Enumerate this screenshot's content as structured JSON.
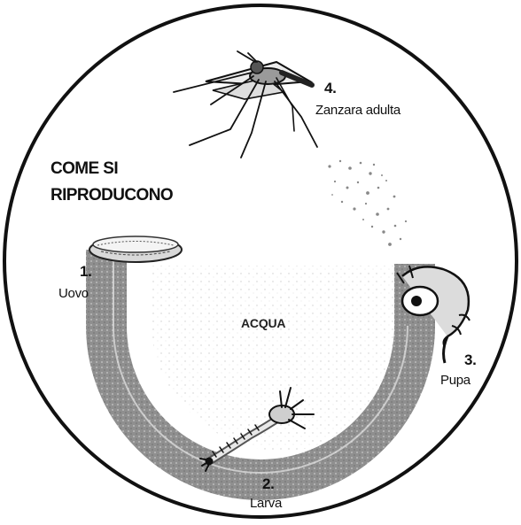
{
  "title": {
    "line1": "COME SI",
    "line2": "RIPRODUCONO"
  },
  "water_label": "ACQUA",
  "stages": [
    {
      "number": "1.",
      "name": "Uovo"
    },
    {
      "number": "2.",
      "name": "Larva"
    },
    {
      "number": "3.",
      "name": "Pupa"
    },
    {
      "number": "4.",
      "name": "Zanzara adulta"
    }
  ],
  "colors": {
    "ink": "#111111",
    "water_band": "#9a9a9a",
    "background": "#ffffff"
  }
}
